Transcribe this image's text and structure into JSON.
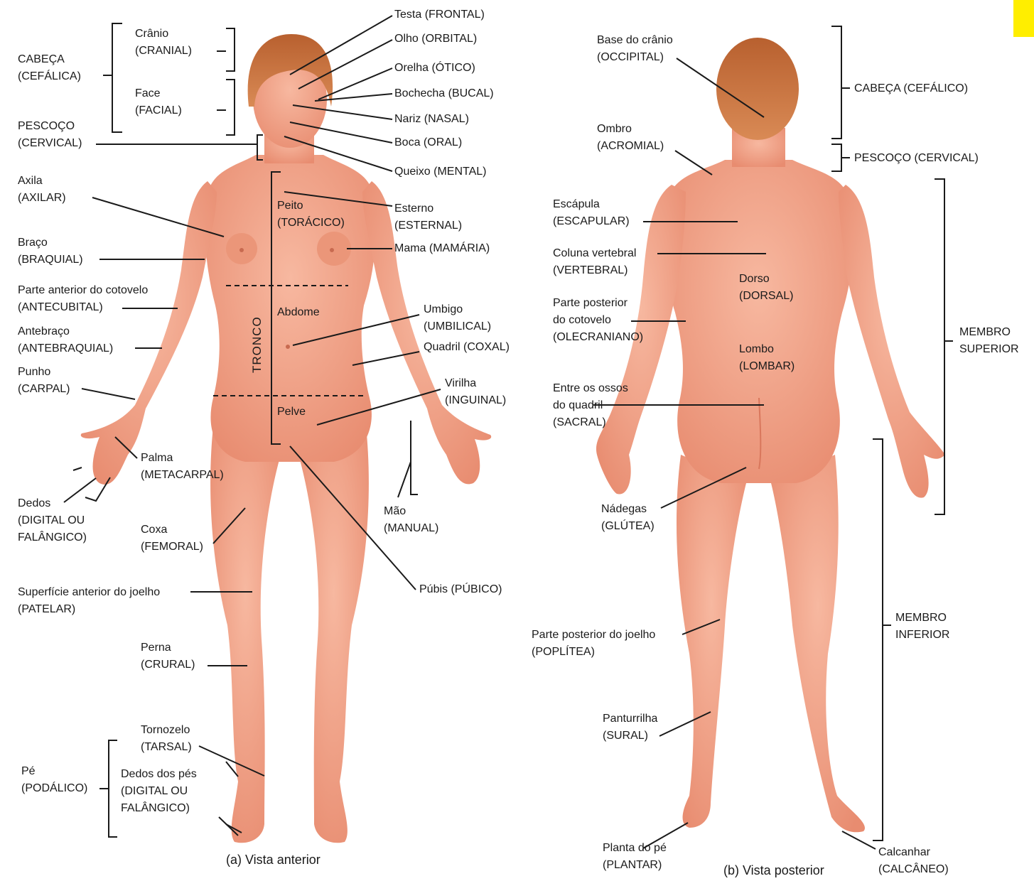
{
  "colors": {
    "skin": "#f2a48a",
    "skin_shade": "#e3866b",
    "hair": "#c9733f",
    "ink": "#1a1a1a",
    "corner_flag": "#ffee00"
  },
  "anterior": {
    "caption": "(a) Vista anterior",
    "trunk_label": "TRONCO",
    "inner": {
      "peito": "Peito",
      "toracico": "(TORÁCICO)",
      "abdome": "Abdome",
      "pelve": "Pelve"
    },
    "left": {
      "cabeca": [
        "CABEÇA",
        "(CEFÁLICA)"
      ],
      "cranio": [
        "Crânio",
        "(CRANIAL)"
      ],
      "face": [
        "Face",
        "(FACIAL)"
      ],
      "pescoco": [
        "PESCOÇO",
        "(CERVICAL)"
      ],
      "axila": [
        "Axila",
        "(AXILAR)"
      ],
      "braco": [
        "Braço",
        "(BRAQUIAL)"
      ],
      "cotovelo": [
        "Parte anterior do cotovelo",
        "(ANTECUBITAL)"
      ],
      "antebraco": [
        "Antebraço",
        "(ANTEBRAQUIAL)"
      ],
      "punho": [
        "Punho",
        "(CARPAL)"
      ],
      "palma": [
        "Palma",
        "(METACARPAL)"
      ],
      "dedos": [
        "Dedos",
        "(DIGITAL OU",
        "FALÂNGICO)"
      ],
      "coxa": [
        "Coxa",
        "(FEMORAL)"
      ],
      "joelho": [
        "Superfície anterior do joelho",
        "(PATELAR)"
      ],
      "perna": [
        "Perna",
        "(CRURAL)"
      ],
      "tornozelo": [
        "Tornozelo",
        "(TARSAL)"
      ],
      "pe": [
        "Pé",
        "(PODÁLICO)"
      ],
      "dedos_pes": [
        "Dedos dos pés",
        "(DIGITAL OU",
        "FALÂNGICO)"
      ]
    },
    "right": {
      "testa": "Testa (FRONTAL)",
      "olho": "Olho (ORBITAL)",
      "orelha": "Orelha (ÓTICO)",
      "bochecha": "Bochecha (BUCAL)",
      "nariz": "Nariz (NASAL)",
      "boca": "Boca (ORAL)",
      "queixo": "Queixo (MENTAL)",
      "esterno": [
        "Esterno",
        "(ESTERNAL)"
      ],
      "mama": "Mama (MAMÁRIA)",
      "umbigo": [
        "Umbigo",
        "(UMBILICAL)"
      ],
      "quadril": "Quadril (COXAL)",
      "virilha": [
        "Virilha",
        "(INGUINAL)"
      ],
      "mao": [
        "Mão",
        "(MANUAL)"
      ],
      "pubis": "Púbis (PÚBICO)"
    }
  },
  "posterior": {
    "caption": "(b) Vista posterior",
    "left": {
      "base_cranio": [
        "Base do crânio",
        "(OCCIPITAL)"
      ],
      "ombro": [
        "Ombro",
        "(ACROMIAL)"
      ],
      "escapula": [
        "Escápula",
        "(ESCAPULAR)"
      ],
      "coluna": [
        "Coluna vertebral",
        "(VERTEBRAL)"
      ],
      "olecraniano": [
        "Parte posterior",
        "do cotovelo",
        "(OLECRANIANO)"
      ],
      "sacral": [
        "Entre os ossos",
        "do quadril",
        "(SACRAL)"
      ],
      "nadegas": [
        "Nádegas",
        "(GLÚTEA)"
      ],
      "popliteo": [
        "Parte posterior  do joelho",
        "(POPLÍTEA)"
      ],
      "panturrilha": [
        "Panturrilha",
        "(SURAL)"
      ],
      "plantar": [
        "Planta do pé",
        "(PLANTAR)"
      ]
    },
    "inner": {
      "dorso": [
        "Dorso",
        "(DORSAL)"
      ],
      "lombo": [
        "Lombo",
        "(LOMBAR)"
      ]
    },
    "right": {
      "cabeca": "CABEÇA (CEFÁLICO)",
      "pescoco": "PESCOÇO (CERVICAL)",
      "membro_sup": [
        "MEMBRO",
        "SUPERIOR"
      ],
      "membro_inf": [
        "MEMBRO",
        "INFERIOR"
      ],
      "calcanhar": [
        "Calcanhar",
        "(CALCÂNEO)"
      ]
    }
  }
}
